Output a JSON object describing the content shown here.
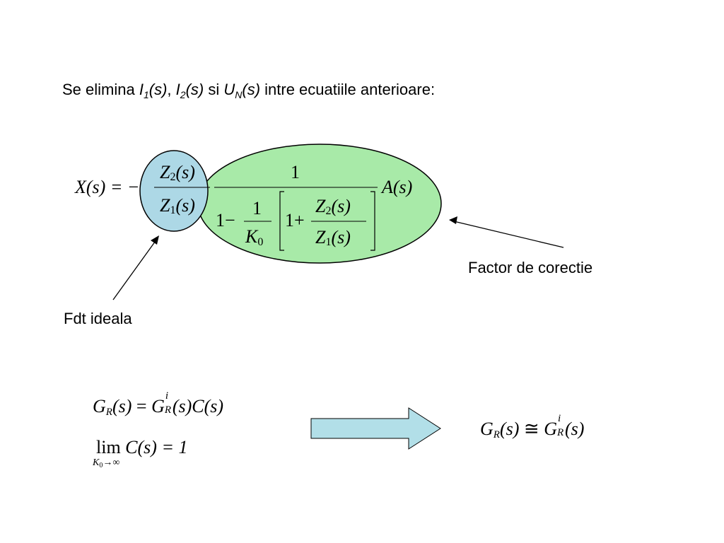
{
  "heading": {
    "prefix": "Se elimina ",
    "v1": "I",
    "v1_sub": "1",
    "v1_arg": "(s)",
    "sep1": ", ",
    "v2": "I",
    "v2_sub": "2",
    "v2_arg": "(s)",
    "sep2": " si ",
    "v3": "U",
    "v3_sub": "N",
    "v3_arg": "(s)",
    "suffix": " intre ecuatiile anterioare:"
  },
  "labels": {
    "ideal": "Fdt ideala",
    "correction": "Factor de corectie"
  },
  "equation_main": {
    "lhs": "X(s) = −",
    "Z": "Z",
    "sub1": "1",
    "sub2": "2",
    "arg": "(s)",
    "one": "1",
    "one_minus": "1−",
    "K": "K",
    "K_sub": "0",
    "one_plus": "1+",
    "A": "A(s)"
  },
  "equation_gr": {
    "G": "G",
    "R": "R",
    "i": "i",
    "arg": "(s)",
    "eq": "=",
    "C": "C(s)",
    "approx": "≅"
  },
  "equation_lim": {
    "lim": "lim",
    "cond_K": "K",
    "cond_sub": "0",
    "cond_arrow": "→∞",
    "expr": "C(s) = 1"
  },
  "colors": {
    "ideal_ellipse": "#add8e6",
    "correction_ellipse": "#a8eaa8",
    "arrow_fill": "#b2dfe8"
  }
}
